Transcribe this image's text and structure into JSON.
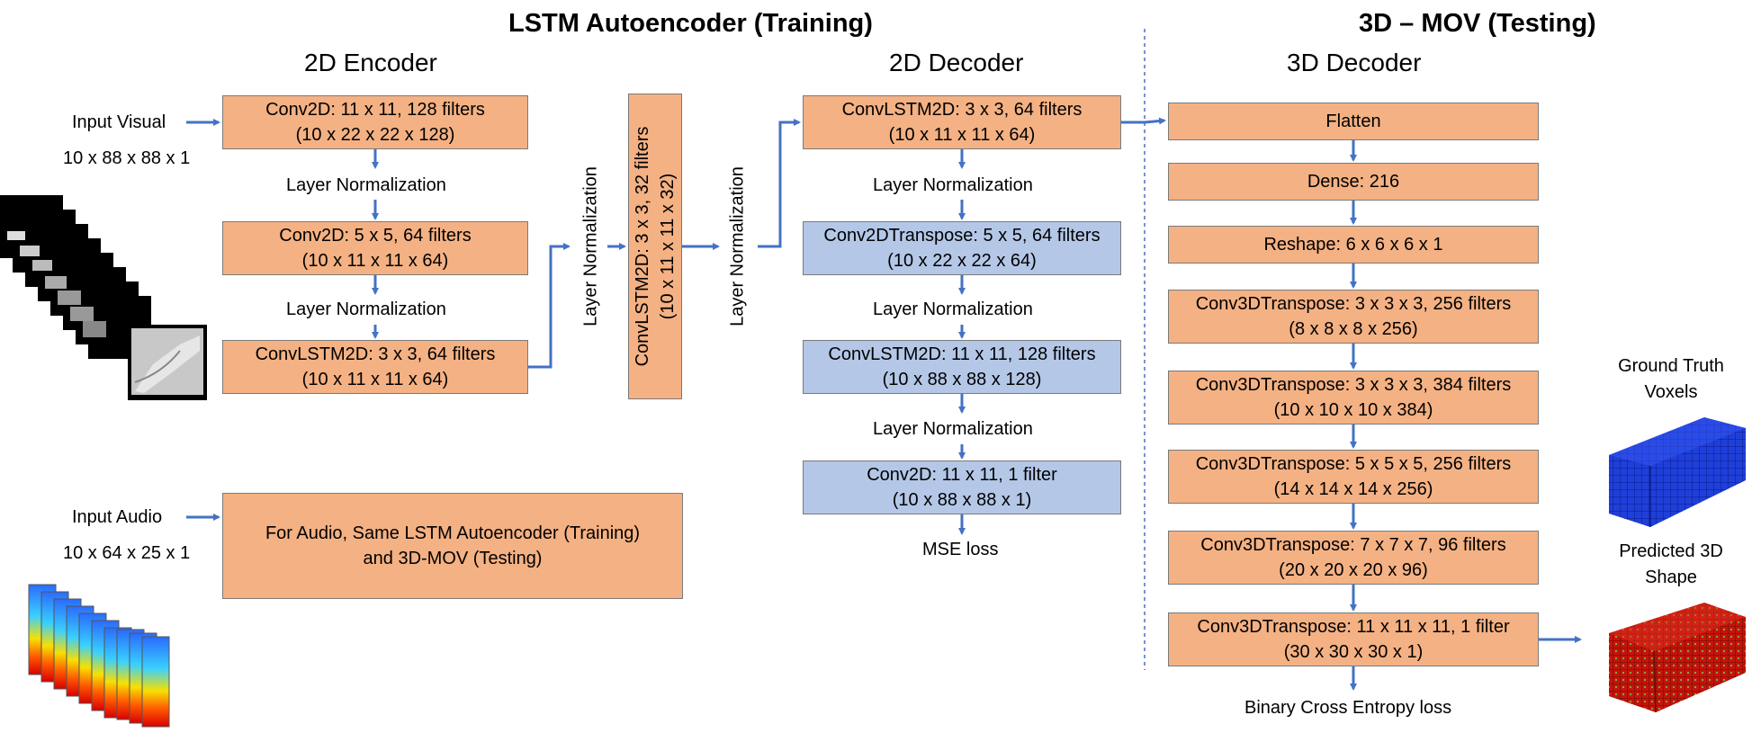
{
  "titles": {
    "training": "LSTM Autoencoder (Training)",
    "testing": "3D – MOV (Testing)"
  },
  "headings": {
    "encoder": "2D Encoder",
    "decoder2d": "2D Decoder",
    "decoder3d": "3D Decoder"
  },
  "inputs": {
    "visual_label": "Input Visual",
    "visual_shape": "10 x 88 x 88 x 1",
    "audio_label": "Input Audio",
    "audio_shape": "10 x 64 x 25 x 1"
  },
  "encoder": {
    "conv1": [
      "Conv2D: 11 x 11, 128 filters",
      "(10 x 22 x 22 x 128)"
    ],
    "norm1": "Layer Normalization",
    "conv2": [
      "Conv2D: 5 x 5, 64 filters",
      "(10 x 11 x 11 x 64)"
    ],
    "norm2": "Layer Normalization",
    "lstm": [
      "ConvLSTM2D: 3 x 3, 64 filters",
      "(10 x 11 x 11 x 64)"
    ]
  },
  "bottleneck": {
    "norm_left": "Layer Normalization",
    "lstm": [
      "ConvLSTM2D: 3 x 3, 32 filters",
      "(10 x 11 x 11 x 32)"
    ],
    "norm_right": "Layer Normalization"
  },
  "decoder2d": {
    "lstm1": [
      "ConvLSTM2D: 3 x 3, 64 filters",
      "(10 x 11 x 11 x 64)"
    ],
    "norm1": "Layer Normalization",
    "transpose": [
      "Conv2DTranspose: 5 x 5, 64 filters",
      "(10 x 22 x 22 x 64)"
    ],
    "norm2": "Layer Normalization",
    "lstm2": [
      "ConvLSTM2D: 11 x 11, 128 filters",
      "(10 x 88 x 88 x 128)"
    ],
    "norm3": "Layer Normalization",
    "conv": [
      "Conv2D: 11 x 11, 1 filter",
      "(10 x 88 x 88 x 1)"
    ],
    "loss": "MSE loss"
  },
  "audio_box": [
    "For Audio, Same LSTM Autoencoder (Training)",
    "and 3D-MOV (Testing)"
  ],
  "decoder3d": {
    "flatten": "Flatten",
    "dense": "Dense: 216",
    "reshape": "Reshape: 6 x 6 x 6 x 1",
    "t1": [
      "Conv3DTranspose: 3 x 3 x 3, 256 filters",
      "(8 x 8 x 8 x 256)"
    ],
    "t2": [
      "Conv3DTranspose: 3 x 3 x 3, 384 filters",
      "(10 x 10 x 10 x 384)"
    ],
    "t3": [
      "Conv3DTranspose: 5 x 5 x 5, 256 filters",
      "(14 x 14 x 14 x 256)"
    ],
    "t4": [
      "Conv3DTranspose: 7 x 7 x 7, 96 filters",
      "(20 x 20 x 20 x 96)"
    ],
    "t5": [
      "Conv3DTranspose: 11 x 11 x 11,  1 filter",
      "(30 x 30 x 30 x 1)"
    ],
    "loss": "Binary Cross Entropy loss"
  },
  "outputs": {
    "ground_truth": [
      "Ground Truth",
      "Voxels"
    ],
    "predicted": [
      "Predicted 3D",
      "Shape"
    ]
  },
  "colors": {
    "orange_box": "#f4b183",
    "blue_box": "#b4c7e7",
    "arrow": "#4472c4"
  },
  "icons": {
    "visual_frames": "grayscale-video-frames",
    "audio_frames": "spectrogram-frames",
    "ground_truth": "blue-voxel-shape",
    "predicted": "red-voxel-shape"
  }
}
